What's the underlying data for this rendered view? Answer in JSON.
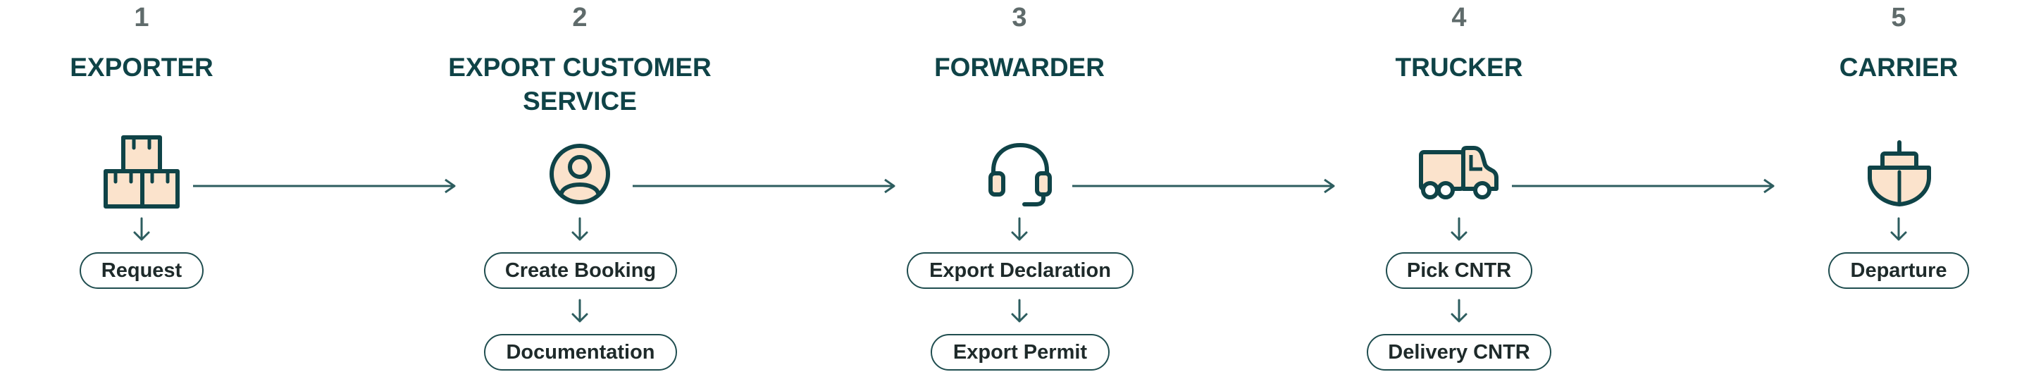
{
  "steps": [
    {
      "number": "1",
      "title": "EXPORTER",
      "icon": "boxes-icon",
      "actions": [
        "Request"
      ]
    },
    {
      "number": "2",
      "title": "EXPORT CUSTOMER SERVICE",
      "icon": "user-icon",
      "actions": [
        "Create Booking",
        "Documentation"
      ]
    },
    {
      "number": "3",
      "title": "FORWARDER",
      "icon": "headset-icon",
      "actions": [
        "Export Declaration",
        "Export Permit"
      ]
    },
    {
      "number": "4",
      "title": "TRUCKER",
      "icon": "truck-icon",
      "actions": [
        "Pick CNTR",
        "Delivery CNTR"
      ]
    },
    {
      "number": "5",
      "title": "CARRIER",
      "icon": "ship-icon",
      "actions": [
        "Departure"
      ]
    }
  ],
  "colors": {
    "primary": "#0f4347",
    "accent_fill": "#fbe3cc",
    "line": "#2d5d5f",
    "number": "#5f6b6b"
  }
}
